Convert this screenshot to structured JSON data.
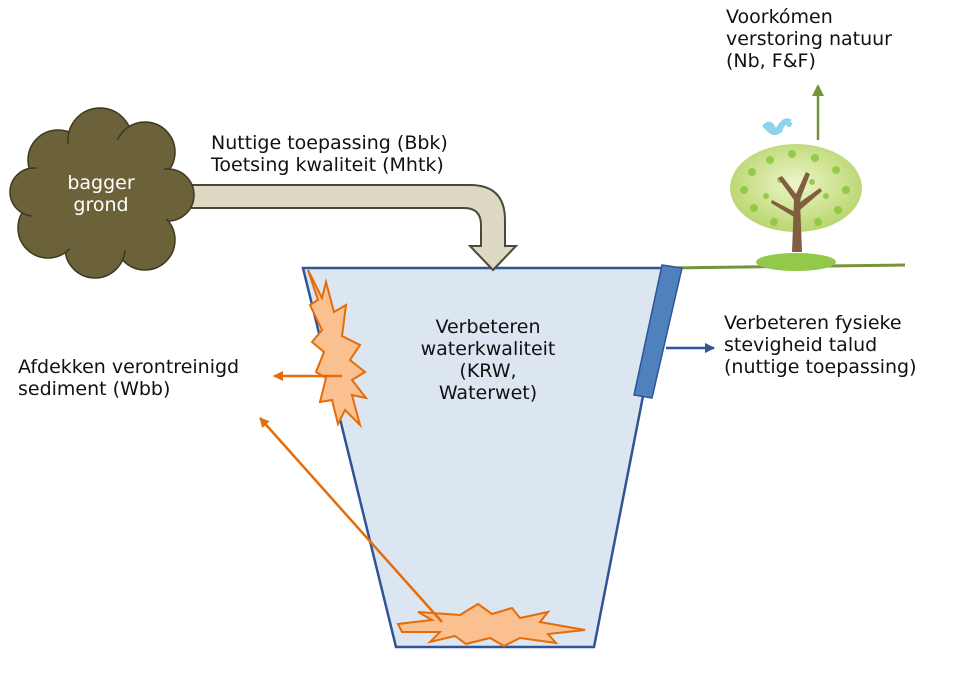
{
  "labels": {
    "cloud_line1": "bagger",
    "cloud_line2": "grond",
    "pipe_line1": "Nuttige toepassing (Bbk)",
    "pipe_line2": "Toetsing kwaliteit (Mhtk)",
    "nature_line1": "Voorkómen",
    "nature_line2": "verstoring natuur",
    "nature_line3": "(Nb, F&F)",
    "water_line1": "Verbeteren",
    "water_line2": "waterkwaliteit",
    "water_line3": "(KRW,",
    "water_line4": "Waterwet)",
    "bank_line1": "Verbeteren fysieke",
    "bank_line2": "stevigheid talud",
    "bank_line3": "(nuttige toepassing)",
    "sediment_line1": "Afdekken verontreinigd",
    "sediment_line2": "sediment (Wbb)"
  },
  "colors": {
    "cloud": "#6b6239",
    "pipe_fill": "#ddd9c3",
    "pipe_stroke": "#4a4a3a",
    "water_fill": "#dce6f1",
    "water_stroke": "#2f5597",
    "bank_reinforcement": "#4f81bd",
    "contamination_fill": "#fac090",
    "contamination_stroke": "#e46c0a",
    "nature_arrow": "#77933c",
    "ground_line": "#77933c",
    "tree_canopy": "#c9df8a",
    "tree_trunk": "#7f5f3f",
    "bird": "#8ed2f0"
  },
  "icons": {
    "cloud": "mud-cloud-icon",
    "tree": "tree-icon",
    "bird": "bird-icon"
  }
}
